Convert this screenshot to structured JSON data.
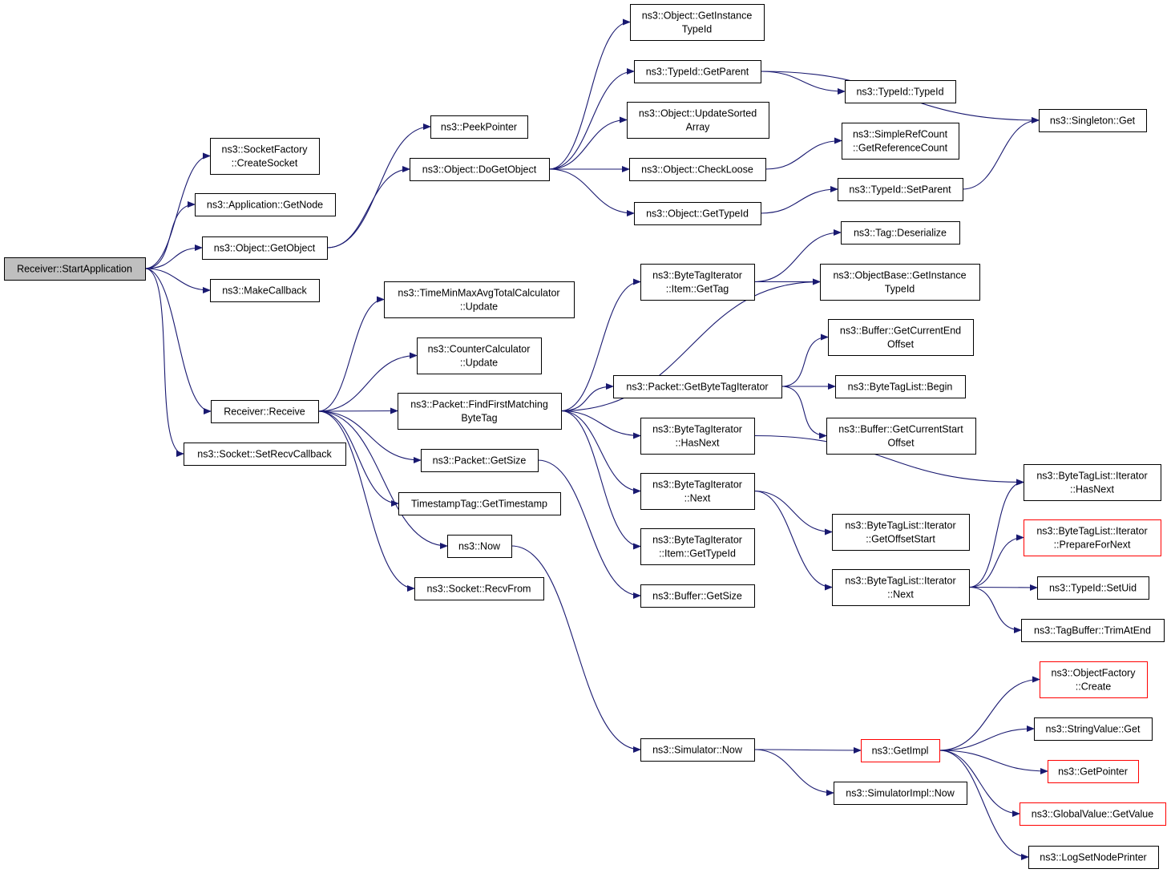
{
  "colors": {
    "edge": "#191970",
    "node_border": "#000000",
    "node_border_truncated": "#ff0000",
    "root_fill": "#bfbfbf",
    "node_fill": "#ffffff"
  },
  "nodes": [
    {
      "id": "root",
      "lines": [
        "Receiver::StartApplication"
      ],
      "root": true
    },
    {
      "id": "socketfactory",
      "lines": [
        "ns3::SocketFactory",
        "::CreateSocket"
      ]
    },
    {
      "id": "getnode",
      "lines": [
        "ns3::Application::GetNode"
      ]
    },
    {
      "id": "getobject",
      "lines": [
        "ns3::Object::GetObject"
      ]
    },
    {
      "id": "makecallback",
      "lines": [
        "ns3::MakeCallback"
      ]
    },
    {
      "id": "receive",
      "lines": [
        "Receiver::Receive"
      ]
    },
    {
      "id": "setrecvcb",
      "lines": [
        "ns3::Socket::SetRecvCallback"
      ]
    },
    {
      "id": "peekpointer",
      "lines": [
        "ns3::PeekPointer"
      ]
    },
    {
      "id": "dogetobject",
      "lines": [
        "ns3::Object::DoGetObject"
      ]
    },
    {
      "id": "getinsttid",
      "lines": [
        "ns3::Object::GetInstance",
        "TypeId"
      ]
    },
    {
      "id": "getparent",
      "lines": [
        "ns3::TypeId::GetParent"
      ]
    },
    {
      "id": "typeid",
      "lines": [
        "ns3::TypeId::TypeId"
      ]
    },
    {
      "id": "updatesorted",
      "lines": [
        "ns3::Object::UpdateSorted",
        "Array"
      ]
    },
    {
      "id": "checkloose",
      "lines": [
        "ns3::Object::CheckLoose"
      ]
    },
    {
      "id": "simplerefcount",
      "lines": [
        "ns3::SimpleRefCount",
        "::GetReferenceCount"
      ]
    },
    {
      "id": "objgettypeid",
      "lines": [
        "ns3::Object::GetTypeId"
      ]
    },
    {
      "id": "setparent",
      "lines": [
        "ns3::TypeId::SetParent"
      ]
    },
    {
      "id": "singletonget",
      "lines": [
        "ns3::Singleton::Get"
      ]
    },
    {
      "id": "tmmatc",
      "lines": [
        "ns3::TimeMinMaxAvgTotalCalculator",
        "::Update"
      ]
    },
    {
      "id": "countercalc",
      "lines": [
        "ns3::CounterCalculator",
        "::Update"
      ]
    },
    {
      "id": "findfirst",
      "lines": [
        "ns3::Packet::FindFirstMatching",
        "ByteTag"
      ]
    },
    {
      "id": "pktgetsize",
      "lines": [
        "ns3::Packet::GetSize"
      ]
    },
    {
      "id": "gettimestamp",
      "lines": [
        "TimestampTag::GetTimestamp"
      ]
    },
    {
      "id": "now",
      "lines": [
        "ns3::Now"
      ]
    },
    {
      "id": "recvfrom",
      "lines": [
        "ns3::Socket::RecvFrom"
      ]
    },
    {
      "id": "itemgettag",
      "lines": [
        "ns3::ByteTagIterator",
        "::Item::GetTag"
      ]
    },
    {
      "id": "tagdeser",
      "lines": [
        "ns3::Tag::Deserialize"
      ]
    },
    {
      "id": "objbaseinst",
      "lines": [
        "ns3::ObjectBase::GetInstance",
        "TypeId"
      ]
    },
    {
      "id": "getbytetagit",
      "lines": [
        "ns3::Packet::GetByteTagIterator"
      ]
    },
    {
      "id": "bufendoffset",
      "lines": [
        "ns3::Buffer::GetCurrentEnd",
        "Offset"
      ]
    },
    {
      "id": "btlbegin",
      "lines": [
        "ns3::ByteTagList::Begin"
      ]
    },
    {
      "id": "bufstartoffset",
      "lines": [
        "ns3::Buffer::GetCurrentStart",
        "Offset"
      ]
    },
    {
      "id": "bthasnext",
      "lines": [
        "ns3::ByteTagIterator",
        "::HasNext"
      ]
    },
    {
      "id": "btnext",
      "lines": [
        "ns3::ByteTagIterator",
        "::Next"
      ]
    },
    {
      "id": "itemgettypeid",
      "lines": [
        "ns3::ByteTagIterator",
        "::Item::GetTypeId"
      ]
    },
    {
      "id": "bufgetsize",
      "lines": [
        "ns3::Buffer::GetSize"
      ]
    },
    {
      "id": "btlithasnext",
      "lines": [
        "ns3::ByteTagList::Iterator",
        "::HasNext"
      ]
    },
    {
      "id": "btlitoffset",
      "lines": [
        "ns3::ByteTagList::Iterator",
        "::GetOffsetStart"
      ]
    },
    {
      "id": "btlitnext",
      "lines": [
        "ns3::ByteTagList::Iterator",
        "::Next"
      ]
    },
    {
      "id": "btlitprep",
      "lines": [
        "ns3::ByteTagList::Iterator",
        "::PrepareForNext"
      ],
      "truncated": true
    },
    {
      "id": "setuid",
      "lines": [
        "ns3::TypeId::SetUid"
      ]
    },
    {
      "id": "trimatend",
      "lines": [
        "ns3::TagBuffer::TrimAtEnd"
      ]
    },
    {
      "id": "simnow",
      "lines": [
        "ns3::Simulator::Now"
      ]
    },
    {
      "id": "getimpl",
      "lines": [
        "ns3::GetImpl"
      ],
      "truncated": true
    },
    {
      "id": "simimplnow",
      "lines": [
        "ns3::SimulatorImpl::Now"
      ]
    },
    {
      "id": "objfactory",
      "lines": [
        "ns3::ObjectFactory",
        "::Create"
      ],
      "truncated": true
    },
    {
      "id": "stringvalget",
      "lines": [
        "ns3::StringValue::Get"
      ]
    },
    {
      "id": "getpointer",
      "lines": [
        "ns3::GetPointer"
      ],
      "truncated": true
    },
    {
      "id": "globalvalue",
      "lines": [
        "ns3::GlobalValue::GetValue"
      ],
      "truncated": true
    },
    {
      "id": "logsetnode",
      "lines": [
        "ns3::LogSetNodePrinter"
      ]
    }
  ],
  "edges": [
    [
      "root",
      "socketfactory"
    ],
    [
      "root",
      "getnode"
    ],
    [
      "root",
      "getobject"
    ],
    [
      "root",
      "makecallback"
    ],
    [
      "root",
      "receive"
    ],
    [
      "root",
      "setrecvcb"
    ],
    [
      "getobject",
      "peekpointer"
    ],
    [
      "getobject",
      "dogetobject"
    ],
    [
      "dogetobject",
      "getinsttid"
    ],
    [
      "dogetobject",
      "getparent"
    ],
    [
      "dogetobject",
      "updatesorted"
    ],
    [
      "dogetobject",
      "checkloose"
    ],
    [
      "dogetobject",
      "objgettypeid"
    ],
    [
      "getparent",
      "typeid"
    ],
    [
      "getparent",
      "singletonget"
    ],
    [
      "checkloose",
      "simplerefcount"
    ],
    [
      "objgettypeid",
      "setparent"
    ],
    [
      "setparent",
      "singletonget"
    ],
    [
      "receive",
      "tmmatc"
    ],
    [
      "receive",
      "countercalc"
    ],
    [
      "receive",
      "findfirst"
    ],
    [
      "receive",
      "pktgetsize"
    ],
    [
      "receive",
      "gettimestamp"
    ],
    [
      "receive",
      "now"
    ],
    [
      "receive",
      "recvfrom"
    ],
    [
      "findfirst",
      "itemgettag"
    ],
    [
      "findfirst",
      "objbaseinst"
    ],
    [
      "findfirst",
      "getbytetagit"
    ],
    [
      "findfirst",
      "bthasnext"
    ],
    [
      "findfirst",
      "btnext"
    ],
    [
      "findfirst",
      "itemgettypeid"
    ],
    [
      "itemgettag",
      "tagdeser"
    ],
    [
      "itemgettag",
      "objbaseinst"
    ],
    [
      "getbytetagit",
      "bufendoffset"
    ],
    [
      "getbytetagit",
      "btlbegin"
    ],
    [
      "getbytetagit",
      "bufstartoffset"
    ],
    [
      "bthasnext",
      "btlithasnext"
    ],
    [
      "btnext",
      "btlitoffset"
    ],
    [
      "btnext",
      "btlitnext"
    ],
    [
      "btlitnext",
      "btlithasnext"
    ],
    [
      "btlitnext",
      "btlitprep"
    ],
    [
      "btlitnext",
      "setuid"
    ],
    [
      "btlitnext",
      "trimatend"
    ],
    [
      "pktgetsize",
      "bufgetsize"
    ],
    [
      "now",
      "simnow"
    ],
    [
      "simnow",
      "getimpl"
    ],
    [
      "simnow",
      "simimplnow"
    ],
    [
      "getimpl",
      "objfactory"
    ],
    [
      "getimpl",
      "stringvalget"
    ],
    [
      "getimpl",
      "getpointer"
    ],
    [
      "getimpl",
      "globalvalue"
    ],
    [
      "getimpl",
      "logsetnode"
    ]
  ]
}
